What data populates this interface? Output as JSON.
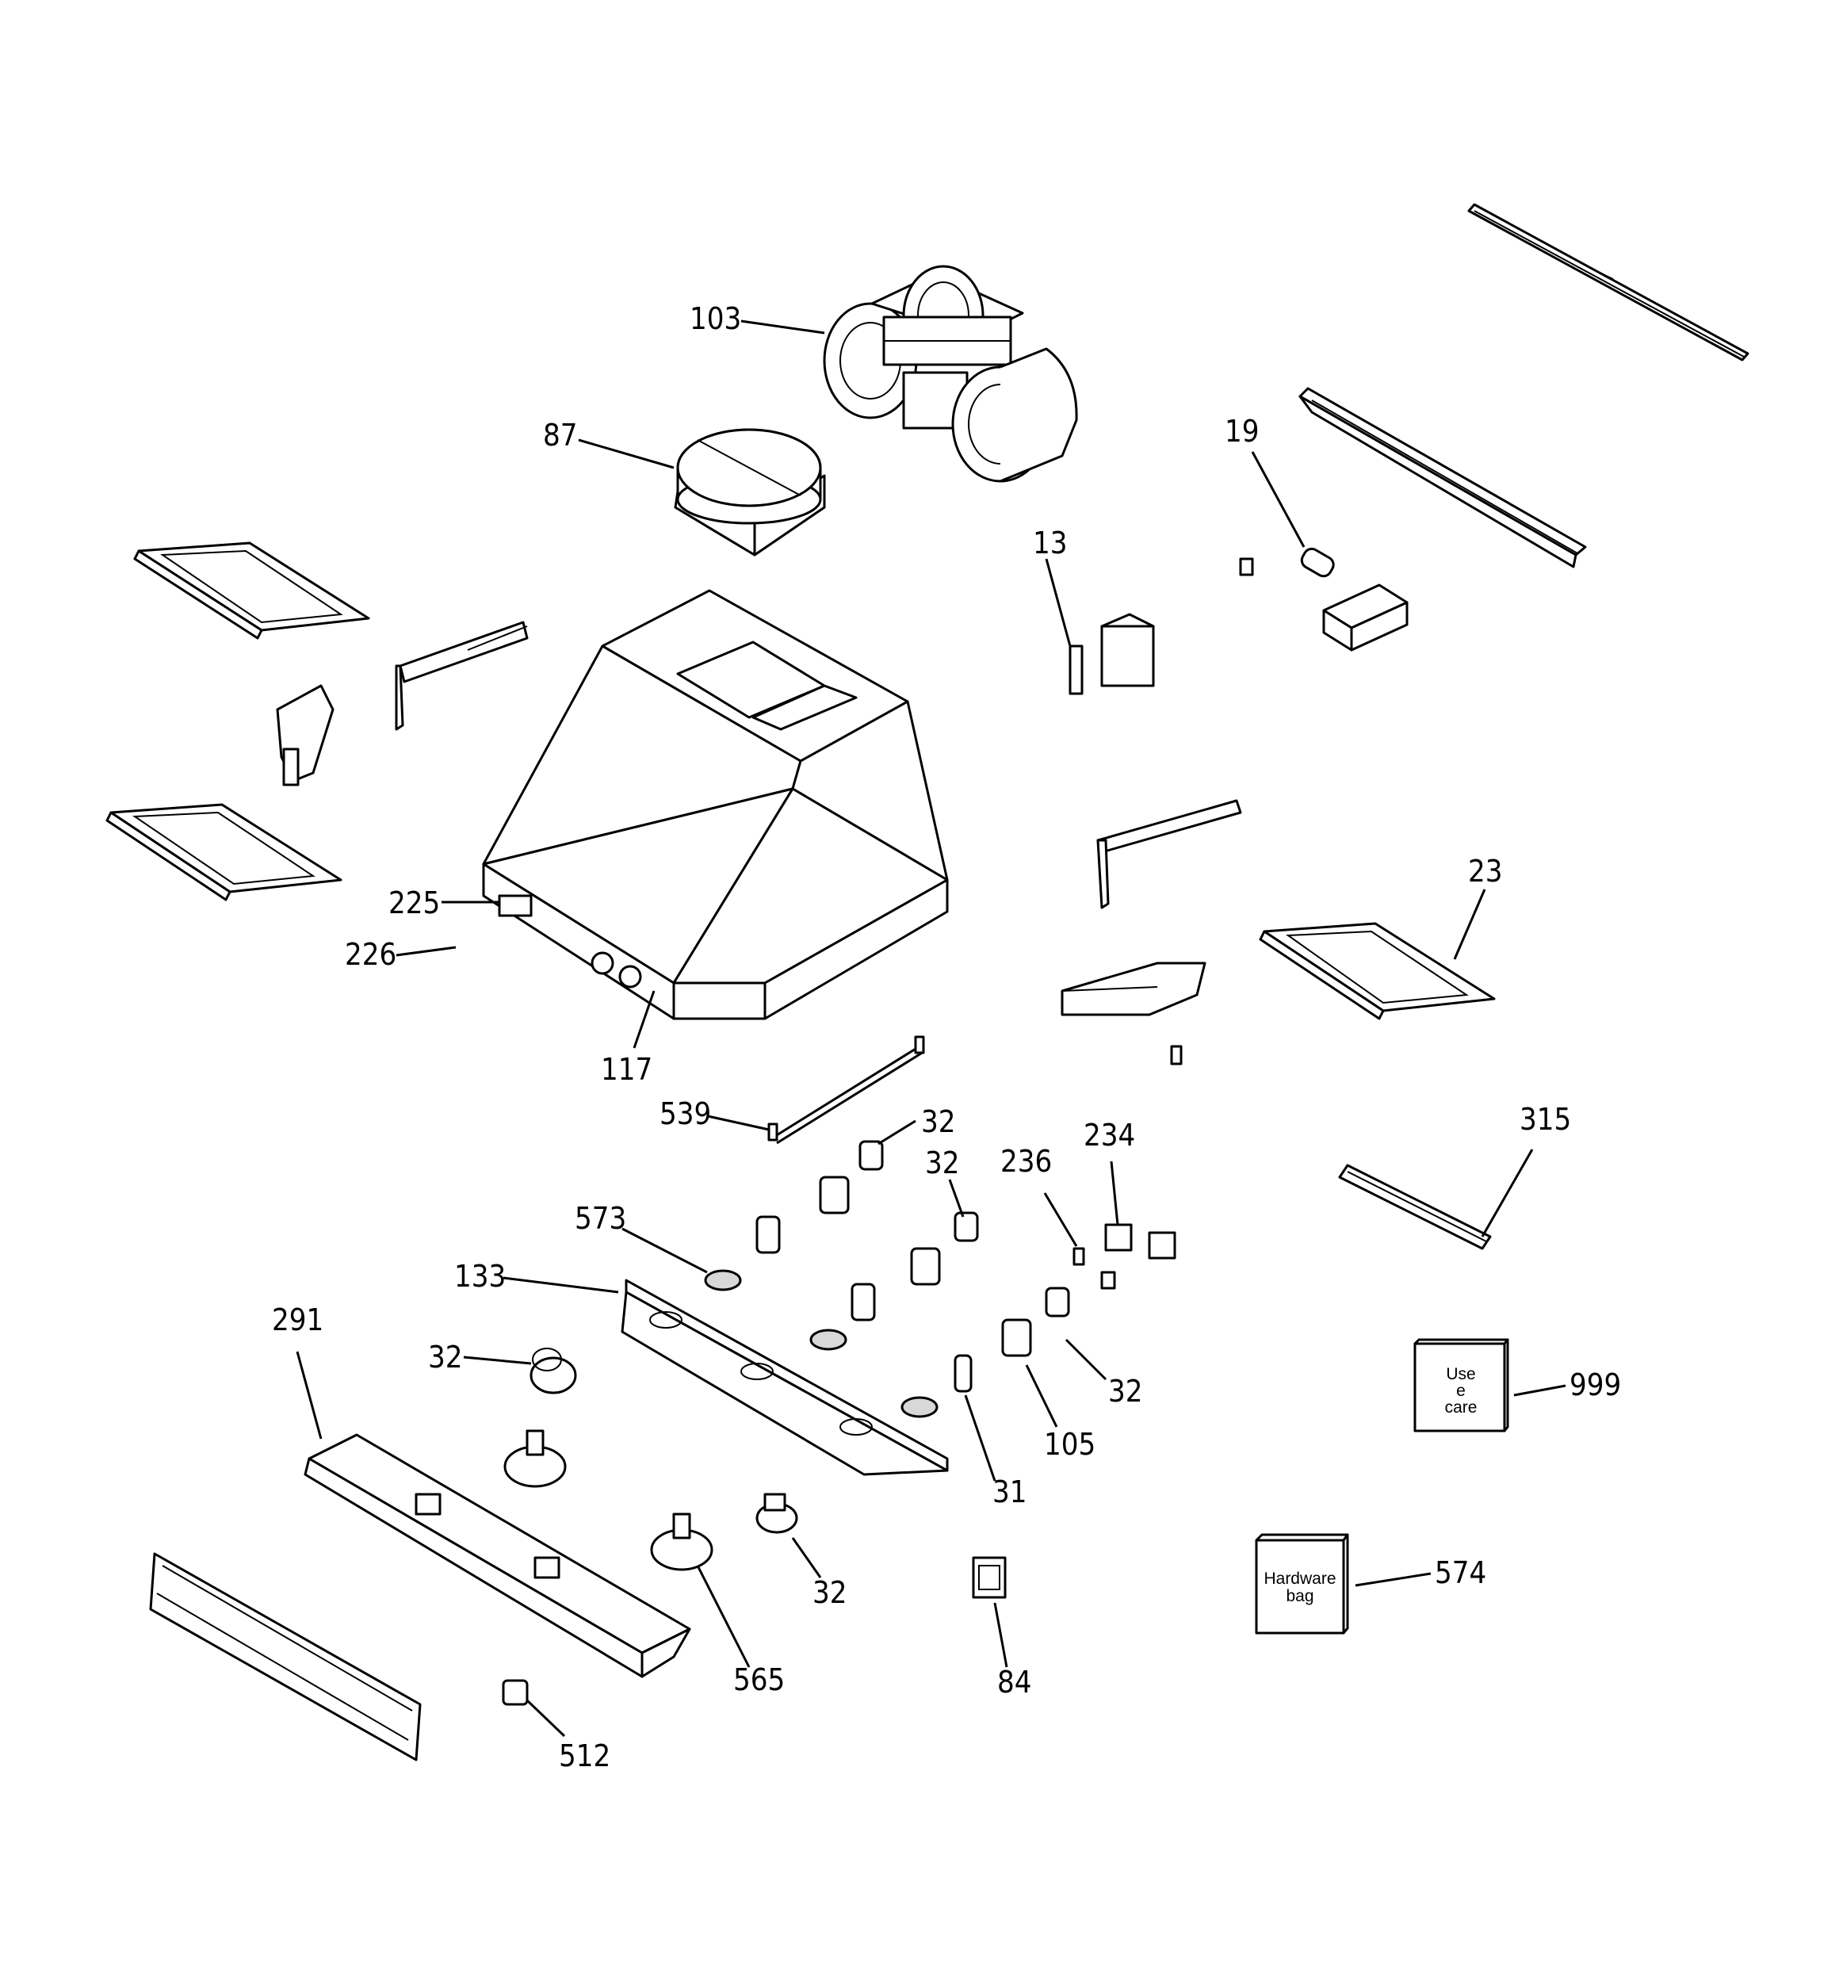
{
  "callouts": [
    {
      "id": "103",
      "text": "103"
    },
    {
      "id": "87",
      "text": "87"
    },
    {
      "id": "19",
      "text": "19"
    },
    {
      "id": "13",
      "text": "13"
    },
    {
      "id": "225",
      "text": "225"
    },
    {
      "id": "226",
      "text": "226"
    },
    {
      "id": "117",
      "text": "117"
    },
    {
      "id": "23",
      "text": "23"
    },
    {
      "id": "539",
      "text": "539"
    },
    {
      "id": "32a",
      "text": "32"
    },
    {
      "id": "32b",
      "text": "32"
    },
    {
      "id": "236",
      "text": "236"
    },
    {
      "id": "234",
      "text": "234"
    },
    {
      "id": "315",
      "text": "315"
    },
    {
      "id": "573",
      "text": "573"
    },
    {
      "id": "133",
      "text": "133"
    },
    {
      "id": "291",
      "text": "291"
    },
    {
      "id": "32c",
      "text": "32"
    },
    {
      "id": "32d",
      "text": "32"
    },
    {
      "id": "999",
      "text": "999"
    },
    {
      "id": "105",
      "text": "105"
    },
    {
      "id": "31",
      "text": "31"
    },
    {
      "id": "574",
      "text": "574"
    },
    {
      "id": "32e",
      "text": "32"
    },
    {
      "id": "565",
      "text": "565"
    },
    {
      "id": "84",
      "text": "84"
    },
    {
      "id": "512",
      "text": "512"
    }
  ],
  "boxes": {
    "use_care": [
      "Use",
      "e",
      "care"
    ],
    "hardware_bag": [
      "Hardware",
      "bag"
    ]
  }
}
